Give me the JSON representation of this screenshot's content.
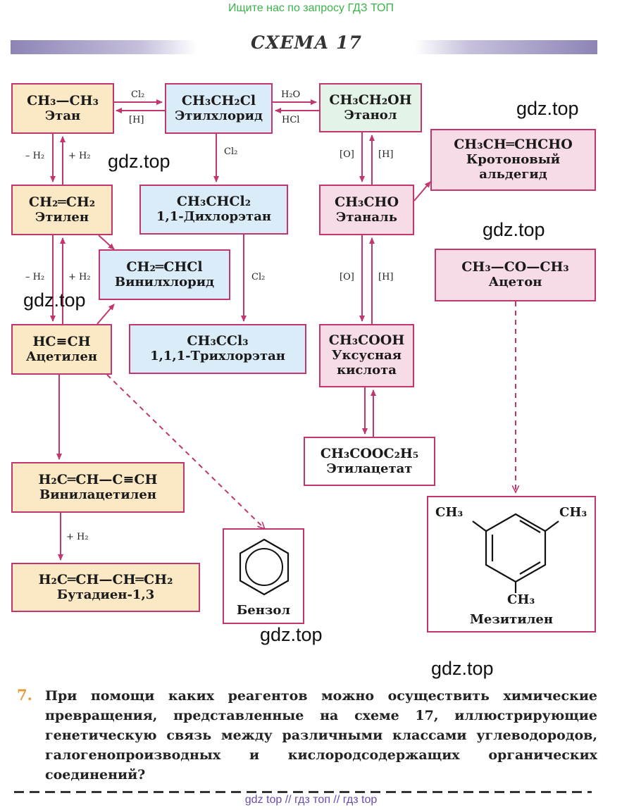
{
  "header": {
    "top_note": "Ищите нас по запросу ГДЗ ТОП",
    "title": "СХЕМА 17"
  },
  "boxes": {
    "ethane": {
      "formula": "CH₃—CH₃",
      "name": "Этан"
    },
    "ethylchloride": {
      "formula": "CH₃CH₂Cl",
      "name": "Этилхлорид"
    },
    "ethanol": {
      "formula": "CH₃CH₂OH",
      "name": "Этанол"
    },
    "crotonaldehyde": {
      "formula": "CH₃CH═CHCHO",
      "name_line1": "Кротоновый",
      "name_line2": "альдегид"
    },
    "ethylene": {
      "formula": "CH₂═CH₂",
      "name": "Этилен"
    },
    "dichloroethane": {
      "formula": "CH₃CHCl₂",
      "name": "1,1-Дихлорэтан"
    },
    "ethanal": {
      "formula": "CH₃CHO",
      "name": "Этаналь"
    },
    "vinylchloride": {
      "formula": "CH₂═CHCl",
      "name": "Винилхлорид"
    },
    "acetone": {
      "formula": "CH₃—CO—CH₃",
      "name": "Ацетон"
    },
    "acetylene": {
      "formula": "HC≡CH",
      "name": "Ацетилен"
    },
    "trichloroethane": {
      "formula": "CH₃CCl₃",
      "name": "1,1,1-Трихлорэтан"
    },
    "acetic_acid": {
      "formula": "CH₃COOH",
      "name_line1": "Уксусная",
      "name_line2": "кислота"
    },
    "ethyl_acetate": {
      "formula": "CH₃COOC₂H₅",
      "name": "Этилацетат"
    },
    "vinylacetylene": {
      "formula": "H₂C═CH—C≡CH",
      "name": "Винилацетилен"
    },
    "butadiene": {
      "formula": "H₂C═CH—CH═CH₂",
      "name": "Бутадиен-1,3"
    },
    "benzene": {
      "name": "Бензол"
    },
    "mesitylene": {
      "name": "Мезитилен",
      "substituent": "CH₃"
    }
  },
  "reagents": {
    "cl2": "Cl₂",
    "h": "[H]",
    "h2o": "H₂O",
    "hcl": "HCl",
    "minus_h2": "– H₂",
    "plus_h2": "+ H₂",
    "o": "[O]"
  },
  "watermarks": [
    "gdz.top",
    "gdz.top",
    "gdz.top",
    "gdz.top",
    "gdz.top",
    "gdz.top"
  ],
  "question": {
    "number": "7.",
    "text": "При помощи каких реагентов можно осуществить химические превращения, представленные на схеме 17, иллюстрирующие генетическую связь между различными классами углеводородов, галогенопроизводных и кислородсодержащих органических соединений?"
  },
  "footer": "gdz top  //  гдз топ  //  гдз top",
  "colors": {
    "arrow": "#c2366f",
    "box_border": "#c2366f",
    "yellow": "#fbe8c4",
    "blue": "#dbecf9",
    "green": "#e4f3e8",
    "pink": "#f7dce8",
    "top_note": "#3cb24a",
    "footer": "#6a4bb0",
    "question_number": "#e49a3b"
  }
}
